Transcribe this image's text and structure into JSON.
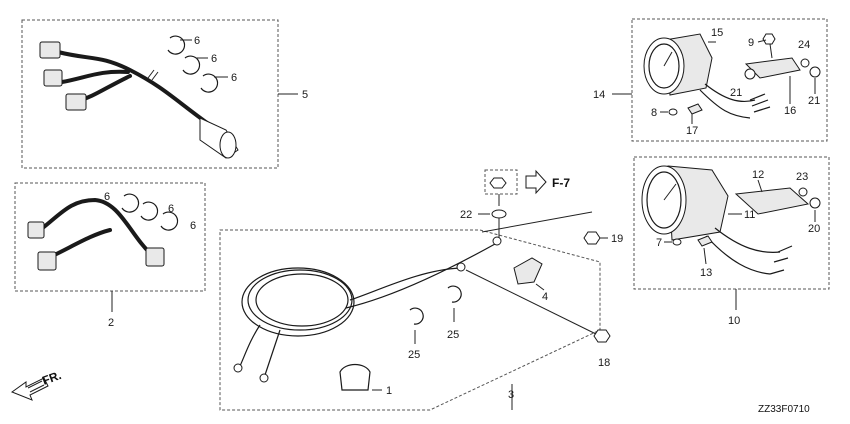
{
  "callouts": {
    "p1": "1",
    "p2": "2",
    "p3": "3",
    "p4": "4",
    "p5": "5",
    "p6": "6",
    "p7": "7",
    "p8": "8",
    "p9": "9",
    "p10": "10",
    "p11": "11",
    "p12": "12",
    "p13": "13",
    "p14": "14",
    "p15": "15",
    "p16": "16",
    "p17": "17",
    "p18": "18",
    "p19": "19",
    "p20": "20",
    "p21": "21",
    "p22": "22",
    "p23": "23",
    "p24": "24",
    "p25": "25"
  },
  "reference": {
    "label": "F-7"
  },
  "orientation": {
    "label": "FR."
  },
  "diagram_code": "ZZ33F0710",
  "colors": {
    "line": "#1a1a1a",
    "box": "#555555"
  }
}
